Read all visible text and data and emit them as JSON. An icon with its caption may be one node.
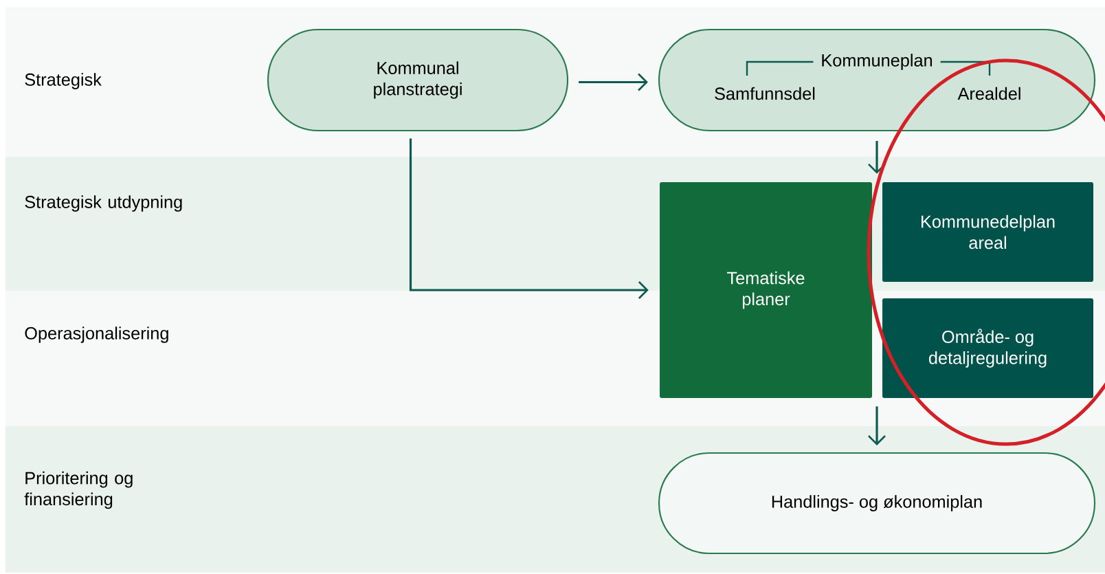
{
  "diagram": {
    "nodes": [
      {
        "text": [
          "Kommunal planstrategi"
        ]
      },
      {
        "text": [
          "Kommuneplan",
          "Samfunnsdel",
          "Arealdel"
        ]
      },
      {
        "text": [
          "Tematiske planer"
        ]
      },
      {
        "text": [
          "Kommunedelplan areal"
        ]
      },
      {
        "text": [
          "Område- og detaljregulering"
        ]
      },
      {
        "text": [
          "Handlings- og økonomiplan"
        ]
      }
    ],
    "edges": [
      {
        "from": 0,
        "to": 1,
        "arrow": "to"
      },
      {
        "from": 0,
        "to": 2,
        "arrow": "to"
      },
      {
        "from": 1,
        "to": 2,
        "arrow": "to"
      },
      {
        "from": 1,
        "to": 3,
        "arrow": "to"
      },
      {
        "from": 2,
        "to": 5,
        "arrow": "to"
      },
      {
        "from": 4,
        "to": 5,
        "arrow": "to"
      }
    ],
    "labels": [
      "Strategisk",
      "Strategisk utdypning",
      "Operasjonalisering",
      "Prioritering og finansiering"
    ]
  }
}
